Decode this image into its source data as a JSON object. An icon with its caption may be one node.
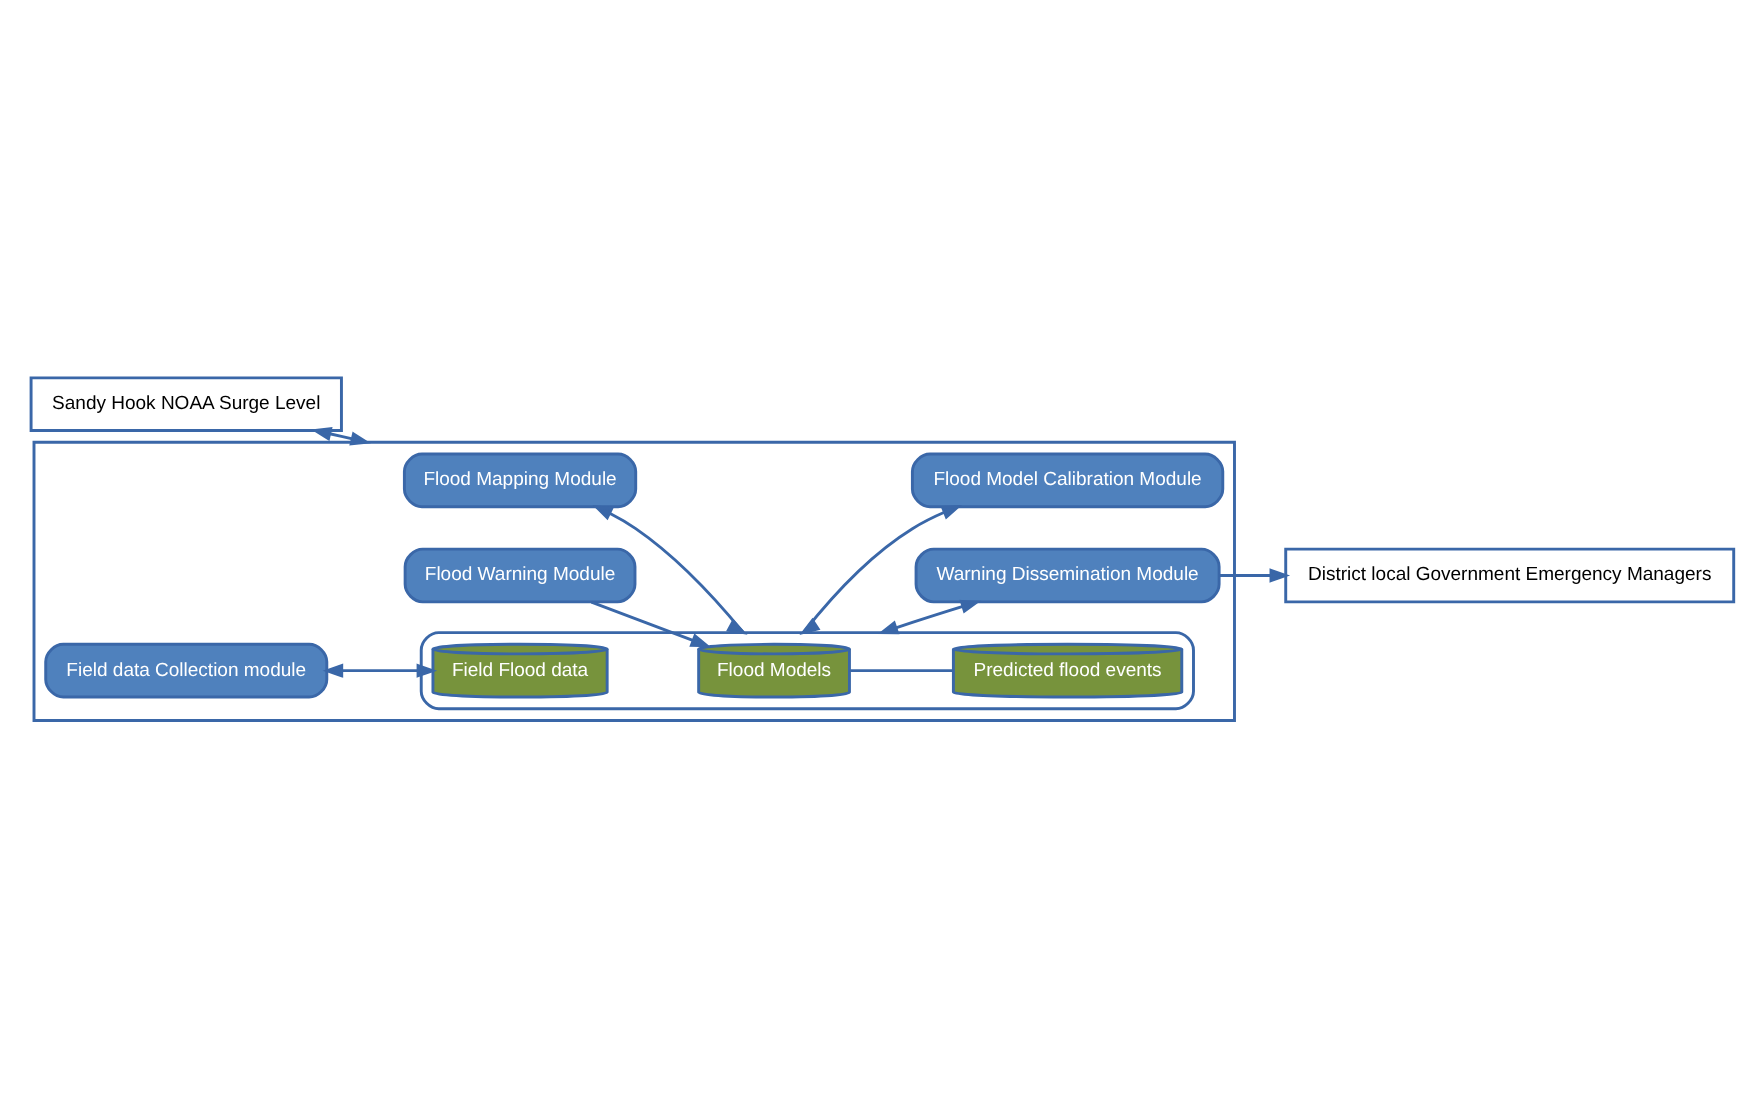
{
  "diagram": {
    "nodes": [
      {
        "text": [
          "Sandy Hook NOAA Surge Level"
        ]
      },
      {
        "text": [],
        "shape": "box"
      },
      {
        "text": [
          "Flood Mapping Module"
        ],
        "in": 1
      },
      {
        "text": [],
        "shape": "cylinder",
        "in": 1
      },
      {
        "text": [
          "Flood Warning Module"
        ],
        "in": 1
      },
      {
        "text": [
          "Flood Models"
        ],
        "in": 3
      },
      {
        "text": [
          "Predicted flood events"
        ],
        "in": 3
      },
      {
        "text": [
          "Warning Dissemination Module"
        ],
        "in": 1
      },
      {
        "text": [
          "Field Flood data"
        ],
        "in": 3
      },
      {
        "text": [
          "District local Government Emergency Managers"
        ]
      },
      {
        "text": [
          "Flood Model Calibration Module"
        ],
        "in": 1
      },
      {
        "text": [
          "Field data Collection module"
        ],
        "in": 1
      }
    ],
    "edges": [
      {
        "from": 0,
        "to": 1,
        "arrow": "both"
      },
      {
        "from": 2,
        "to": 3,
        "arrow": "both"
      },
      {
        "from": 4,
        "to": 5,
        "arrow": "to"
      },
      {
        "from": 5,
        "to": 6,
        "arrow": "none"
      },
      {
        "from": 3,
        "to": 7,
        "arrow": "both"
      },
      {
        "from": 7,
        "to": 9,
        "arrow": "to"
      },
      {
        "from": 3,
        "to": 10,
        "arrow": "both"
      },
      {
        "from": 11,
        "to": 8,
        "arrow": "both"
      }
    ]
  }
}
